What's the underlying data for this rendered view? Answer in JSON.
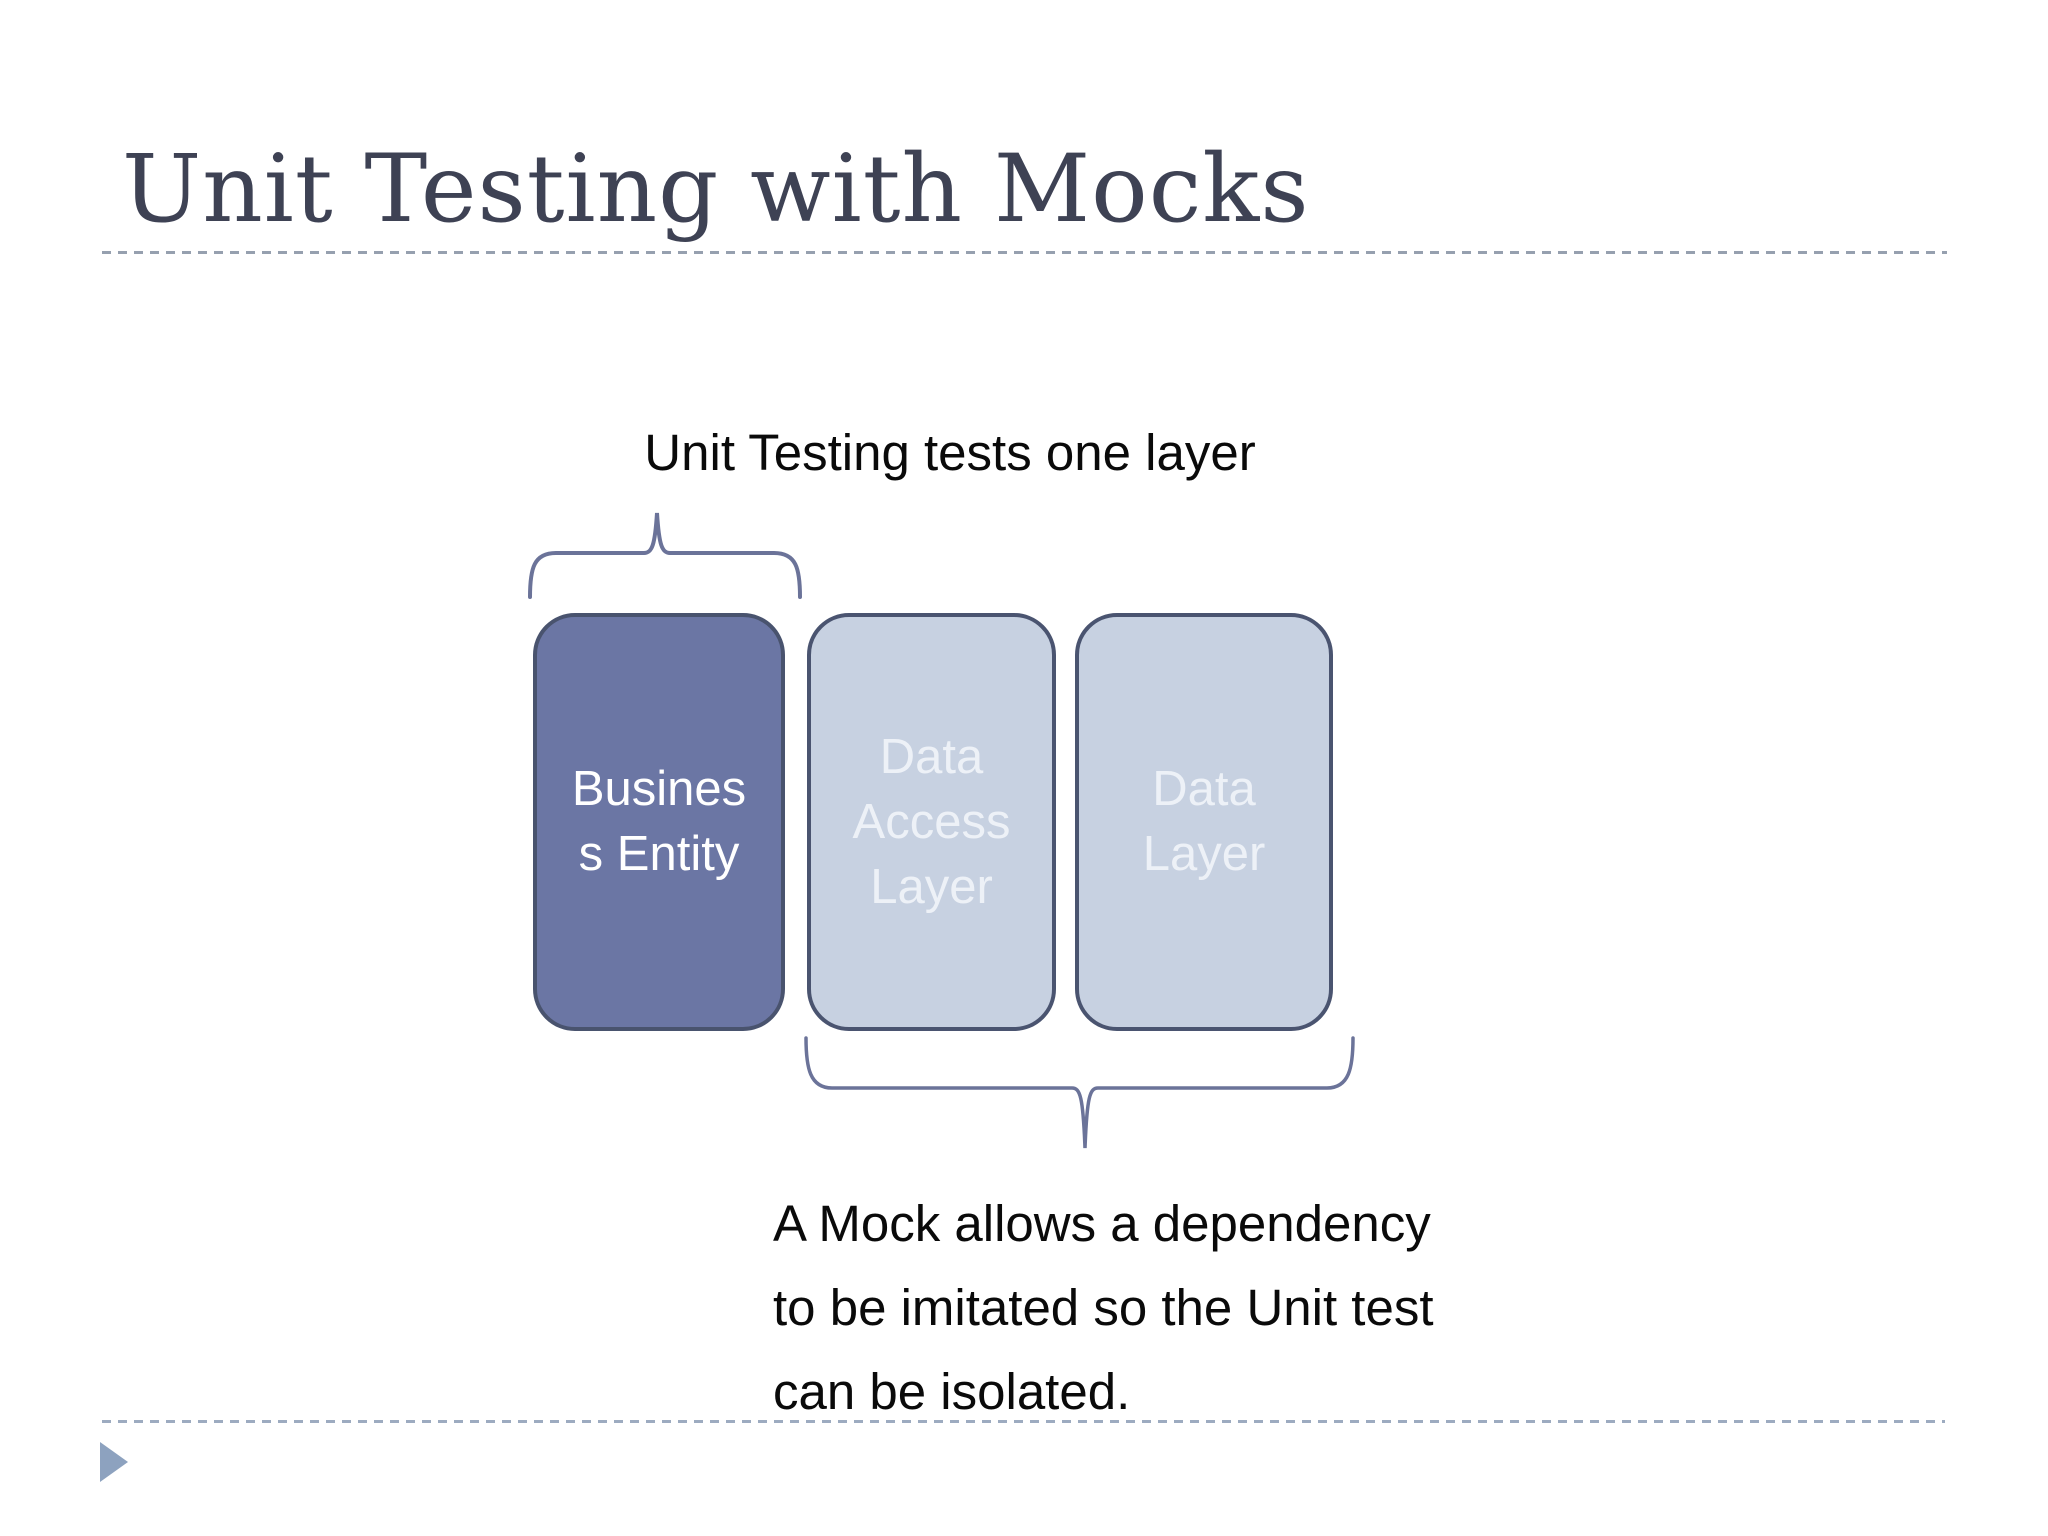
{
  "slide": {
    "title": "Unit Testing with Mocks",
    "top_caption": "Unit Testing tests one layer",
    "diagram": {
      "boxes": [
        {
          "id": "business-entity",
          "label": "Business Entity",
          "lines": [
            "Busines",
            "s Entity"
          ]
        },
        {
          "id": "data-access-layer",
          "label": "Data Access Layer",
          "lines": [
            "Data",
            "Access",
            "Layer"
          ]
        },
        {
          "id": "data-layer",
          "label": "Data Layer",
          "lines": [
            "Data",
            "Layer"
          ]
        }
      ]
    },
    "bottom_caption": {
      "full": "A Mock allows a dependency to be imitated so the Unit test can be isolated.",
      "lines": [
        "A Mock allows a dependency",
        "to be imitated so the Unit test",
        "can be isolated."
      ]
    },
    "colors": {
      "background": "#ffffff",
      "title-text": "#3e4254",
      "caption-text": "#0a0a0a",
      "box-dark-fill": "#6b76a4",
      "box-dark-border": "#49536e",
      "box-dark-text": "#ffffff",
      "box-light-fill": "#c7d1e1",
      "box-light-border": "#4a5470",
      "box-light-text": "#edf1f7",
      "brace": "#6b7399",
      "divider-top": "#96a0af",
      "divider-bottom": "#9dabc0",
      "nav-triangle": "#8da2bf"
    }
  }
}
